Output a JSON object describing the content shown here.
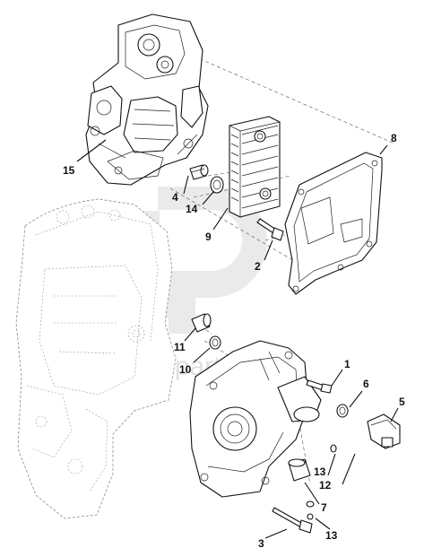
{
  "watermark": {
    "text": "data parts"
  },
  "callouts": [
    {
      "id": "1",
      "part": "bolt"
    },
    {
      "id": "2",
      "part": "bolt"
    },
    {
      "id": "3",
      "part": "long bolt"
    },
    {
      "id": "4",
      "part": "sleeve"
    },
    {
      "id": "5",
      "part": "sensor"
    },
    {
      "id": "6",
      "part": "o-ring"
    },
    {
      "id": "7",
      "part": "washer"
    },
    {
      "id": "8",
      "part": "gasket"
    },
    {
      "id": "9",
      "part": "oil cooler"
    },
    {
      "id": "10",
      "part": "o-ring"
    },
    {
      "id": "11",
      "part": "sleeve"
    },
    {
      "id": "12",
      "part": "plug"
    },
    {
      "id": "13",
      "part": "seal"
    },
    {
      "id": "14",
      "part": "seal"
    },
    {
      "id": "15",
      "part": "filter housing"
    }
  ],
  "labels": {
    "c1": "1",
    "c2": "2",
    "c3": "3",
    "c4": "4",
    "c5": "5",
    "c6": "6",
    "c7": "7",
    "c8": "8",
    "c9": "9",
    "c10": "10",
    "c11": "11",
    "c12": "12",
    "c13a": "13",
    "c13b": "13",
    "c14": "14",
    "c15": "15"
  }
}
